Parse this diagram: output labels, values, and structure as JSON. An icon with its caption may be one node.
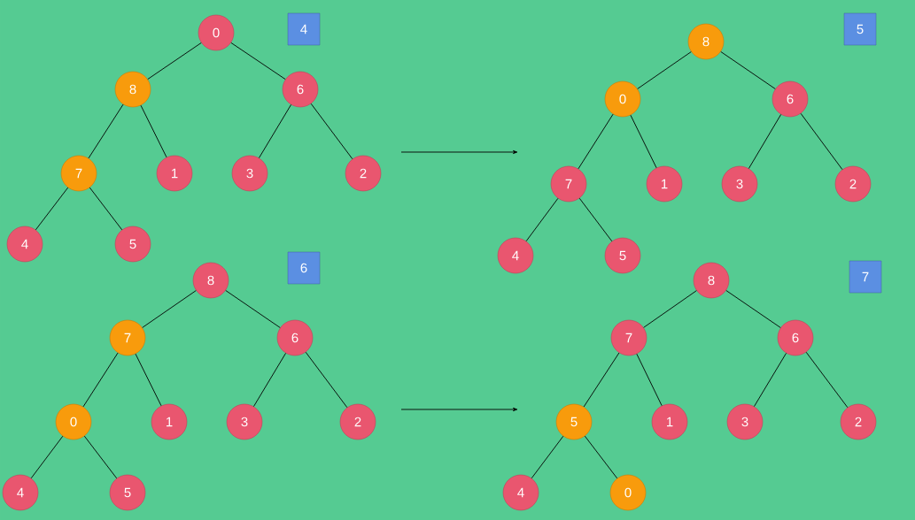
{
  "diagram": {
    "nodes": [
      {
        "text": [
          "0"
        ]
      },
      {
        "text": [
          "8"
        ]
      },
      {
        "text": [
          "6"
        ]
      },
      {
        "text": [
          "7"
        ]
      },
      {
        "text": [
          "1"
        ]
      },
      {
        "text": [
          "3"
        ]
      },
      {
        "text": [
          "2"
        ]
      },
      {
        "text": [
          "4"
        ]
      },
      {
        "text": [
          "5"
        ]
      },
      {
        "text": [
          "4"
        ]
      },
      {
        "text": [
          "8"
        ]
      },
      {
        "text": [
          "0"
        ]
      },
      {
        "text": [
          "6"
        ]
      },
      {
        "text": [
          "7"
        ]
      },
      {
        "text": [
          "1"
        ]
      },
      {
        "text": [
          "3"
        ]
      },
      {
        "text": [
          "2"
        ]
      },
      {
        "text": [
          "4"
        ]
      },
      {
        "text": [
          "5"
        ]
      },
      {
        "text": [
          "5"
        ]
      },
      {
        "text": [
          "8"
        ]
      },
      {
        "text": [
          "7"
        ]
      },
      {
        "text": [
          "6"
        ]
      },
      {
        "text": [
          "0"
        ]
      },
      {
        "text": [
          "1"
        ]
      },
      {
        "text": [
          "3"
        ]
      },
      {
        "text": [
          "2"
        ]
      },
      {
        "text": [
          "4"
        ]
      },
      {
        "text": [
          "5"
        ]
      },
      {
        "text": [
          "6"
        ]
      },
      {
        "text": [
          "8"
        ]
      },
      {
        "text": [
          "7"
        ]
      },
      {
        "text": [
          "6"
        ]
      },
      {
        "text": [
          "5"
        ]
      },
      {
        "text": [
          "1"
        ]
      },
      {
        "text": [
          "3"
        ]
      },
      {
        "text": [
          "2"
        ]
      },
      {
        "text": [
          "4"
        ]
      },
      {
        "text": [
          "0"
        ]
      },
      {
        "text": [
          "7"
        ]
      }
    ],
    "edges": [
      {
        "from": 0,
        "to": 1,
        "arrow": "none"
      },
      {
        "from": 0,
        "to": 2,
        "arrow": "none"
      },
      {
        "from": 1,
        "to": 3,
        "arrow": "none"
      },
      {
        "from": 1,
        "to": 4,
        "arrow": "none"
      },
      {
        "from": 2,
        "to": 5,
        "arrow": "none"
      },
      {
        "from": 2,
        "to": 6,
        "arrow": "none"
      },
      {
        "from": 3,
        "to": 7,
        "arrow": "none"
      },
      {
        "from": 3,
        "to": 8,
        "arrow": "none"
      },
      {
        "from": 10,
        "to": 11,
        "arrow": "none"
      },
      {
        "from": 10,
        "to": 12,
        "arrow": "none"
      },
      {
        "from": 11,
        "to": 13,
        "arrow": "none"
      },
      {
        "from": 11,
        "to": 14,
        "arrow": "none"
      },
      {
        "from": 12,
        "to": 15,
        "arrow": "none"
      },
      {
        "from": 12,
        "to": 16,
        "arrow": "none"
      },
      {
        "from": 13,
        "to": 17,
        "arrow": "none"
      },
      {
        "from": 13,
        "to": 18,
        "arrow": "none"
      },
      {
        "from": 20,
        "to": 21,
        "arrow": "none"
      },
      {
        "from": 20,
        "to": 22,
        "arrow": "none"
      },
      {
        "from": 21,
        "to": 23,
        "arrow": "none"
      },
      {
        "from": 21,
        "to": 24,
        "arrow": "none"
      },
      {
        "from": 22,
        "to": 25,
        "arrow": "none"
      },
      {
        "from": 22,
        "to": 26,
        "arrow": "none"
      },
      {
        "from": 23,
        "to": 27,
        "arrow": "none"
      },
      {
        "from": 23,
        "to": 28,
        "arrow": "none"
      },
      {
        "from": 30,
        "to": 31,
        "arrow": "none"
      },
      {
        "from": 30,
        "to": 32,
        "arrow": "none"
      },
      {
        "from": 31,
        "to": 33,
        "arrow": "none"
      },
      {
        "from": 31,
        "to": 34,
        "arrow": "none"
      },
      {
        "from": 32,
        "to": 35,
        "arrow": "none"
      },
      {
        "from": 32,
        "to": 36,
        "arrow": "none"
      },
      {
        "from": 33,
        "to": 37,
        "arrow": "none"
      },
      {
        "from": 33,
        "to": 38,
        "arrow": "none"
      }
    ]
  }
}
